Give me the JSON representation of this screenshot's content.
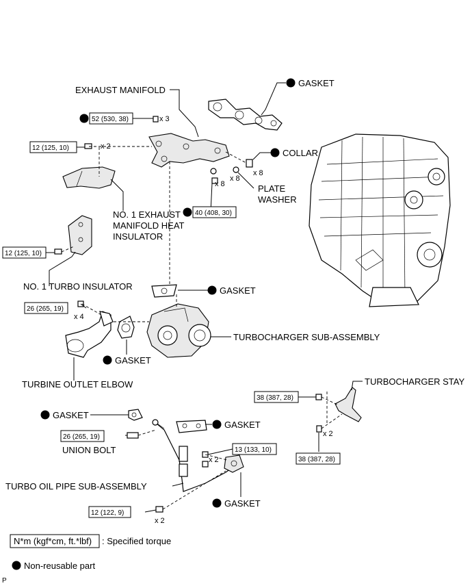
{
  "labels": {
    "exhaust_manifold": "EXHAUST MANIFOLD",
    "gasket_top": "GASKET",
    "collar": "COLLAR",
    "plate_washer_1": "PLATE",
    "plate_washer_2": "WASHER",
    "heat_insulator_1": "NO. 1 EXHAUST",
    "heat_insulator_2": "MANIFOLD HEAT",
    "heat_insulator_3": "INSULATOR",
    "turbo_insulator": "NO. 1 TURBO INSULATOR",
    "gasket_mid": "GASKET",
    "turbocharger": "TURBOCHARGER SUB-ASSEMBLY",
    "gasket_elbow": "GASKET",
    "turbine_outlet_elbow": "TURBINE OUTLET ELBOW",
    "turbocharger_stay": "TURBOCHARGER STAY",
    "gasket_union": "GASKET",
    "gasket_pipe": "GASKET",
    "union_bolt": "UNION BOLT",
    "turbo_oil_pipe": "TURBO OIL PIPE SUB-ASSEMBLY",
    "gasket_bottom": "GASKET"
  },
  "torques": {
    "t52": "52 (530, 38)",
    "t12a": "12 (125, 10)",
    "t12b": "12 (125, 10)",
    "t40": "40 (408, 30)",
    "t26a": "26 (265, 19)",
    "t38a": "38 (387, 28)",
    "t38b": "38 (387, 28)",
    "t26b": "26 (265, 19)",
    "t13": "13 (133, 10)",
    "t12c": "12 (122, 9)"
  },
  "quantities": {
    "q3": "x 3",
    "q2a": "x 2",
    "q8a": "x 8",
    "q8b": "x 8",
    "q8c": "x 8",
    "q4": "x 4",
    "q2b": "x 2",
    "q2c": "x 2",
    "q2d": "x 2"
  },
  "legend": {
    "torque_box": "N*m (kgf*cm, ft.*lbf)",
    "torque_text": ": Specified torque",
    "non_reusable": "Non-reusable part"
  },
  "corner_mark": "P"
}
